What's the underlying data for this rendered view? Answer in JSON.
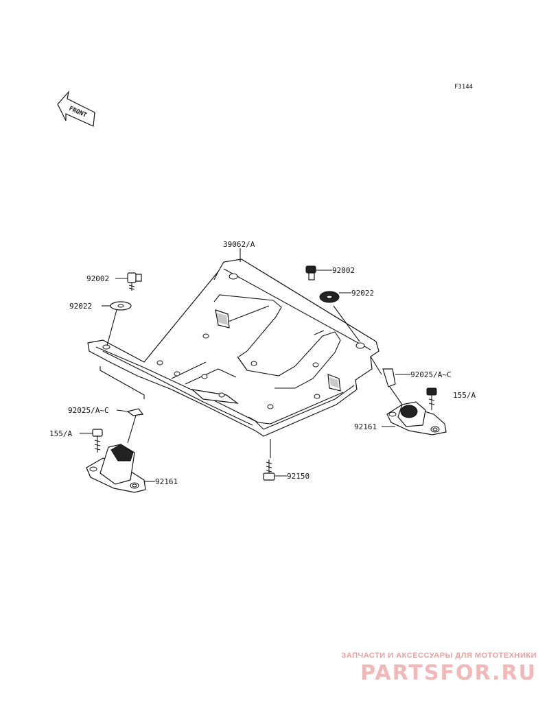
{
  "figure_ref": "F3144",
  "front_indicator": "FRONT",
  "callouts": {
    "frame": "39062/A",
    "bolt_left": "92002",
    "bolt_right": "92002",
    "washer_left": "92022",
    "washer_right": "92022",
    "shim_left": "92025/A~C",
    "shim_right": "92025/A~C",
    "screw_left": "155/A",
    "screw_right": "155/A",
    "mount_left": "92161",
    "mount_right": "92161",
    "bolt_bottom": "92150"
  },
  "watermark": {
    "tagline": "ЗАПЧАСТИ И АКСЕССУАРЫ ДЛЯ МОТОТЕХНИКИ",
    "brand": "PARTSFOR.RU"
  },
  "colors": {
    "ink": "#111111",
    "watermark": "#f2b8b8"
  }
}
